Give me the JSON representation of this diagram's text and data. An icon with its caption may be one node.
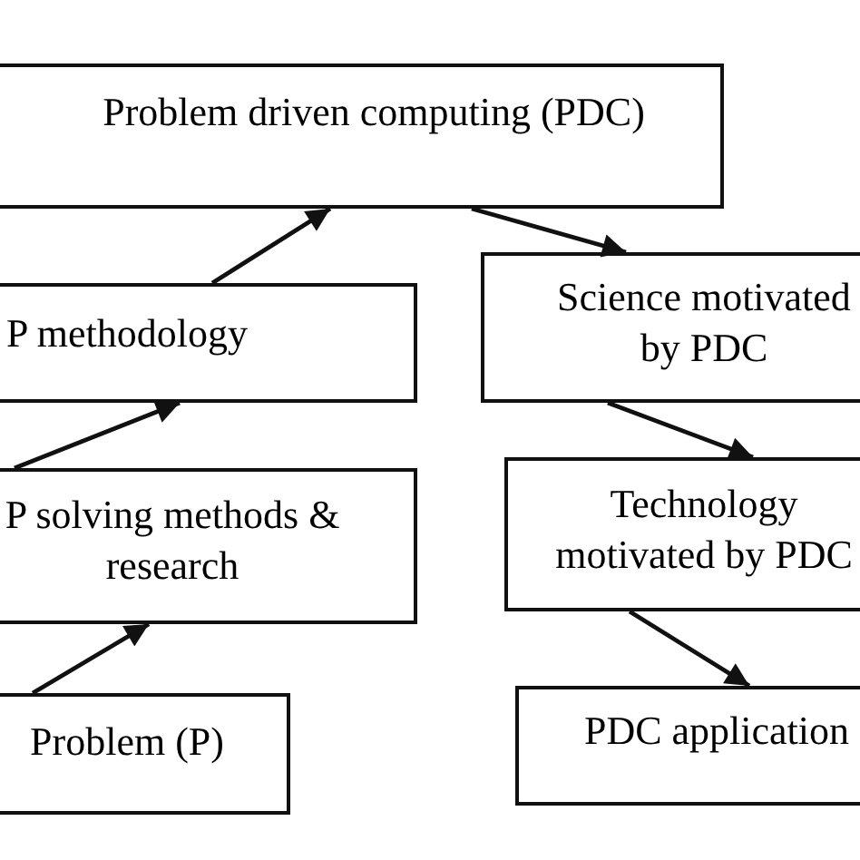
{
  "diagram": {
    "nodes": [
      {
        "text": [
          "Problem driven computing (PDC)"
        ]
      },
      {
        "text": [
          "P methodology"
        ]
      },
      {
        "text": [
          "Science motivated by PDC"
        ]
      },
      {
        "text": [
          "P solving methods & research"
        ]
      },
      {
        "text": [
          "Technology motivated by PDC"
        ]
      },
      {
        "text": [
          "Problem (P)"
        ]
      },
      {
        "text": [
          "PDC application"
        ]
      }
    ],
    "edges": [
      {
        "from": 5,
        "to": 3,
        "arrow": "to"
      },
      {
        "from": 3,
        "to": 1,
        "arrow": "to"
      },
      {
        "from": 1,
        "to": 0,
        "arrow": "to"
      },
      {
        "from": 0,
        "to": 2,
        "arrow": "to"
      },
      {
        "from": 2,
        "to": 4,
        "arrow": "to"
      },
      {
        "from": 4,
        "to": 6,
        "arrow": "to"
      }
    ]
  }
}
